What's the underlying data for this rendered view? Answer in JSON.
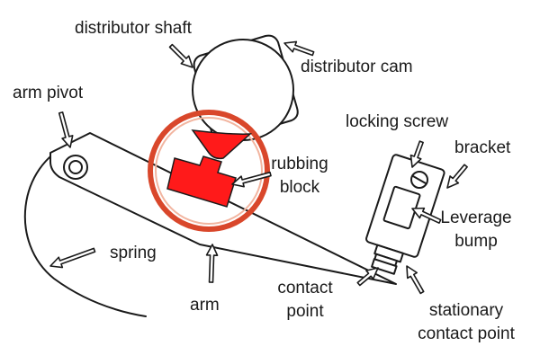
{
  "labels": {
    "distributor_shaft": "distributor shaft",
    "distributor_cam": "distributor cam",
    "arm_pivot": "arm pivot",
    "locking_screw": "locking screw",
    "bracket": "bracket",
    "rubbing_block_line1": "rubbing",
    "rubbing_block_line2": "block",
    "leverage_bump_line1": "Leverage",
    "leverage_bump_line2": "bump",
    "spring": "spring",
    "arm": "arm",
    "contact_point_line1": "contact",
    "contact_point_line2": "point",
    "stationary_line1": "stationary",
    "stationary_line2": "contact point"
  },
  "colors": {
    "outline": "#1a1a1a",
    "rubbing_block": "#ff1a1a",
    "highlight_ring": "#d9472b",
    "highlight_ring_inner": "#f2b5a0"
  }
}
